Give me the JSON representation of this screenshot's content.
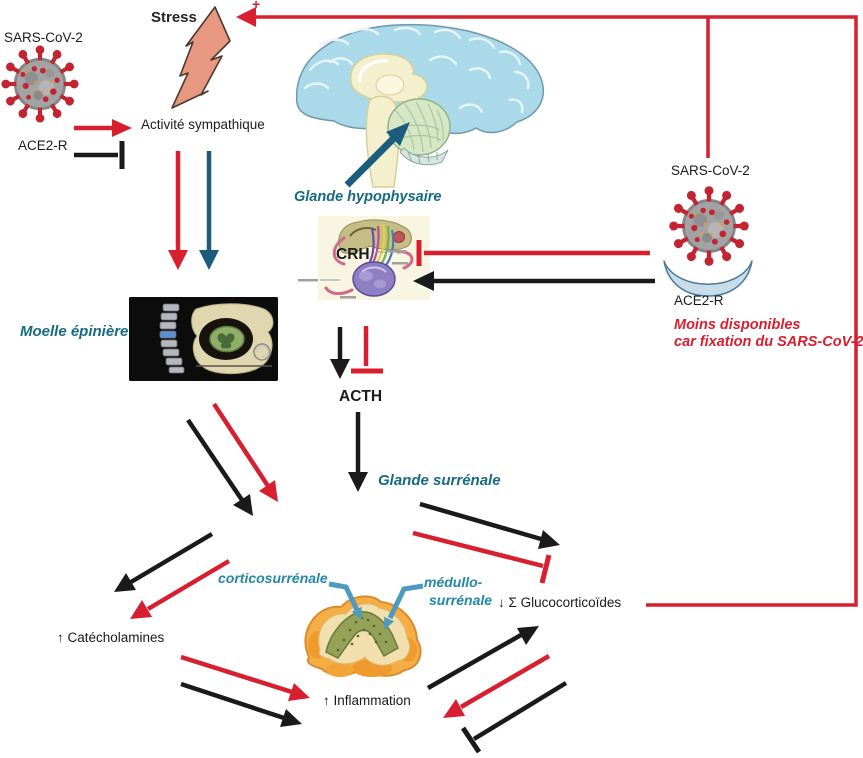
{
  "labels": {
    "stress": "Stress",
    "plus": "+",
    "sars_cov_2_left": "SARS-CoV-2",
    "ace2_left": "ACE2-R",
    "activite_sympathique": "Activité sympathique",
    "glande_hypophysaire": "Glande hypophysaire",
    "crh": "CRH",
    "sars_cov_2_right": "SARS-CoV-2",
    "ace2_right": "ACE2-R",
    "moins_disponibles_line1": "Moins disponibles",
    "moins_disponibles_line2": "car fixation du SARS-CoV-2",
    "moelle_epiniere": "Moelle épinière",
    "acth": "ACTH",
    "glande_surrenale": "Glande surrénale",
    "corticosurrenale": "corticosurrénale",
    "medullo_line1": "médullo-",
    "medullo_line2": "surrénale",
    "catecholamines": "↑ Catécholamines",
    "glucocorticoides": "↓ Σ Glucocorticoïdes",
    "inflammation": "↑ Inflammation"
  },
  "colors": {
    "red": "#d81f2f",
    "black": "#1a1a1a",
    "blue_arrow": "#1c5d7e",
    "teal_label": "#166a85",
    "teal_label_bright": "#2387a7",
    "pointer_blue": "#4e9abe",
    "bolt_fill": "#e89880",
    "crescent_fill": "#c9dde9"
  }
}
